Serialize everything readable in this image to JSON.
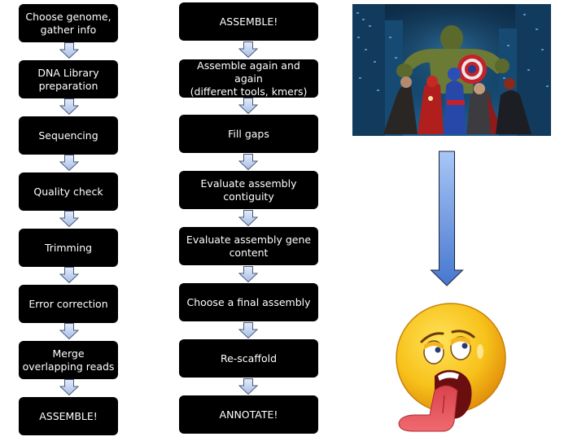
{
  "diagram": {
    "left_column": {
      "steps": [
        {
          "label": "Choose genome,\ngather info"
        },
        {
          "label": "DNA Library\npreparation"
        },
        {
          "label": "Sequencing"
        },
        {
          "label": "Quality check"
        },
        {
          "label": "Trimming"
        },
        {
          "label": "Error correction"
        },
        {
          "label": "Merge\noverlapping reads"
        },
        {
          "label": "ASSEMBLE!"
        }
      ]
    },
    "right_column": {
      "steps": [
        {
          "label": "ASSEMBLE!"
        },
        {
          "label": "Assemble again and again\n(different tools, kmers)"
        },
        {
          "label": "Fill gaps"
        },
        {
          "label": "Evaluate assembly\ncontiguity"
        },
        {
          "label": "Evaluate assembly gene\ncontent"
        },
        {
          "label": "Choose a final assembly"
        },
        {
          "label": "Re-scaffold"
        },
        {
          "label": "ANNOTATE!"
        }
      ]
    },
    "side_panel": {
      "top_image": "superhero-team-photo",
      "arrow": "large-down-arrow",
      "bottom_image": "exhausted-emoji-tongue-out"
    },
    "colors": {
      "box_fill": "#000000",
      "box_text": "#ffffff",
      "small_arrow_top": "#e3ecfa",
      "small_arrow_bottom": "#a6bde6",
      "big_arrow_top": "#a9c6f5",
      "big_arrow_bottom": "#4677cf",
      "emoji_yellow": "#f7c21a",
      "tongue": "#e8525a"
    }
  }
}
